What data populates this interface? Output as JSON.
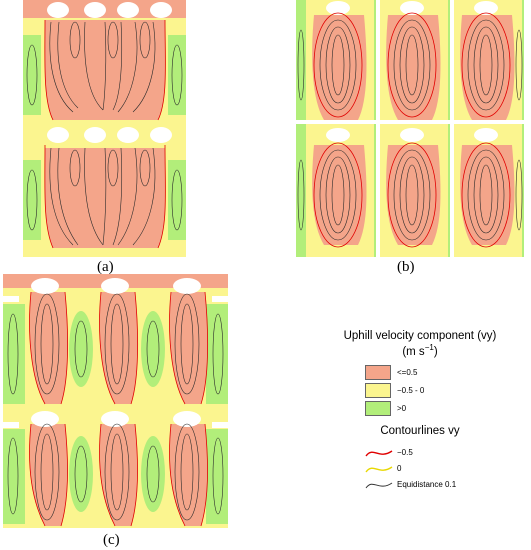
{
  "panels": [
    {
      "label": "(a)"
    },
    {
      "label": "(b)"
    },
    {
      "label": "(c)"
    }
  ],
  "legend": {
    "title": "Uphill velocity component (vy)",
    "unit_prefix": "(m s",
    "unit_exp": "−1",
    "unit_suffix": ")",
    "classes": [
      {
        "label": "<=0.5",
        "color": "#f4a58a"
      },
      {
        "label": "−0.5 - 0",
        "color": "#fbf58f"
      },
      {
        "label": ">0",
        "color": "#b2ee7a"
      }
    ],
    "contour_title": "Contourlines vy",
    "contours": [
      {
        "label": "−0.5",
        "color": "#e00000"
      },
      {
        "label": "0",
        "color": "#e8d800"
      },
      {
        "label": "Equidistance 0.1",
        "color": "#333333"
      }
    ]
  },
  "colors": {
    "negative": "#f4a58a",
    "neutral": "#fbf58f",
    "positive": "#b2ee7a",
    "contour": "#2a2a2a"
  }
}
